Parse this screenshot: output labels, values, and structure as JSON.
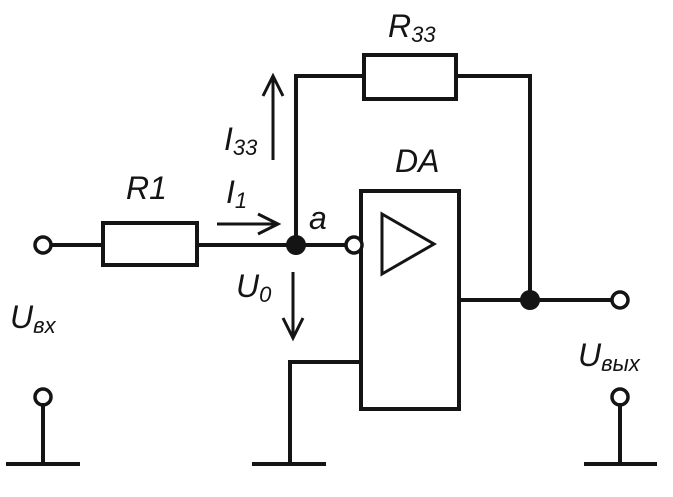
{
  "labels": {
    "r_feedback": {
      "main": "R",
      "sub": "33"
    },
    "r_input": {
      "main": "R1"
    },
    "i_feedback": {
      "main": "I",
      "sub": "33"
    },
    "i_input": {
      "main": "I",
      "sub": "1"
    },
    "node_a": {
      "main": "a"
    },
    "opamp": {
      "main": "DA"
    },
    "u_zero": {
      "main": "U",
      "sub": "0"
    },
    "u_in": {
      "main": "U",
      "sub": "вх"
    },
    "u_out": {
      "main": "U",
      "sub": "вых"
    }
  },
  "colors": {
    "ink": "#141414",
    "background": "#ffffff"
  }
}
